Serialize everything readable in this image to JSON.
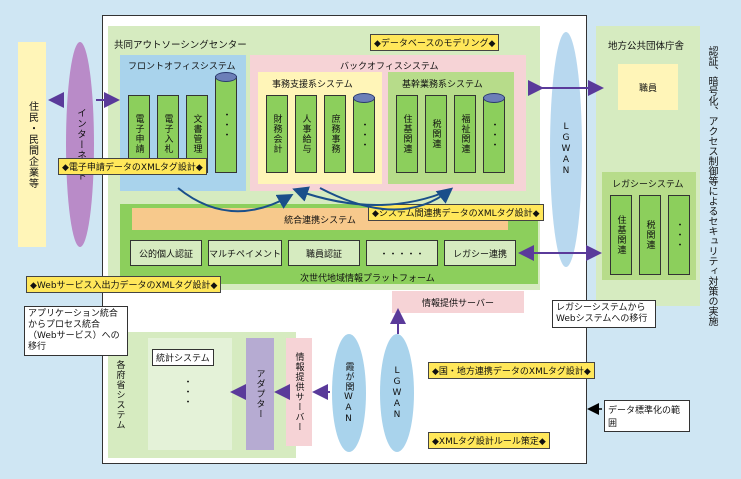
{
  "left_panel": {
    "label": "住民・民間企業等"
  },
  "internet": {
    "label": "インターネット"
  },
  "center": {
    "title": "共同アウトソーシングセンター"
  },
  "front_office": {
    "title": "フロントオフィスシステム",
    "items": [
      "電子申請",
      "電子入札",
      "文書管理",
      "・・・"
    ]
  },
  "back_office": {
    "title": "バックオフィスシステム",
    "admin": {
      "title": "事務支援系システム",
      "items": [
        "財務会計",
        "人事給与",
        "庶務事務",
        "・・・"
      ]
    },
    "core": {
      "title": "基幹業務系システム",
      "items": [
        "住基関連",
        "税関連",
        "福祉関連",
        "・・・"
      ]
    }
  },
  "integration": {
    "title": "統合連携システム"
  },
  "platform": {
    "title": "次世代地域情報プラットフォーム",
    "services": [
      "公的個人認証",
      "マルチペイメント",
      "職員認証",
      "・・・・・",
      "レガシー連携"
    ]
  },
  "info_server": {
    "label": "情報提供サーバー"
  },
  "lgwan": {
    "label": "LGWAN"
  },
  "local_gov": {
    "title": "地方公共団体庁舎",
    "staff": "職員",
    "legacy_title": "レガシーシステム",
    "legacy_items": [
      "住基関連",
      "税関連",
      "・・・"
    ]
  },
  "security_note": "認証、暗号化、アクセス制御等によるセキュリティ対策の実施",
  "ministry": {
    "label": "各府省システム",
    "stats": "統計システム",
    "dots": "・・・",
    "adapter": "アダプター",
    "info_server": "情報提供サーバー",
    "kasumigaseki": "霞が関WAN",
    "lgwan": "LGWAN"
  },
  "tags": {
    "db_modeling": "◆データベースのモデリング◆",
    "e_application": "◆電子申請データのXMLタグ設計◆",
    "inter_system": "◆システム間連携データのXMLタグ設計◆",
    "web_service": "◆Webサービス入出力データのXMLタグ設計◆",
    "national_local": "◆国・地方連携データのXMLタグ設計◆",
    "rule": "◆XMLタグ設計ルール策定◆"
  },
  "notes": {
    "app_integration": "アプリケーション統合からプロセス統合（Webサービス）への移行",
    "legacy_migration": "レガシーシステムからWebシステムへの移行",
    "standard_scope": "データ標準化の範囲"
  }
}
